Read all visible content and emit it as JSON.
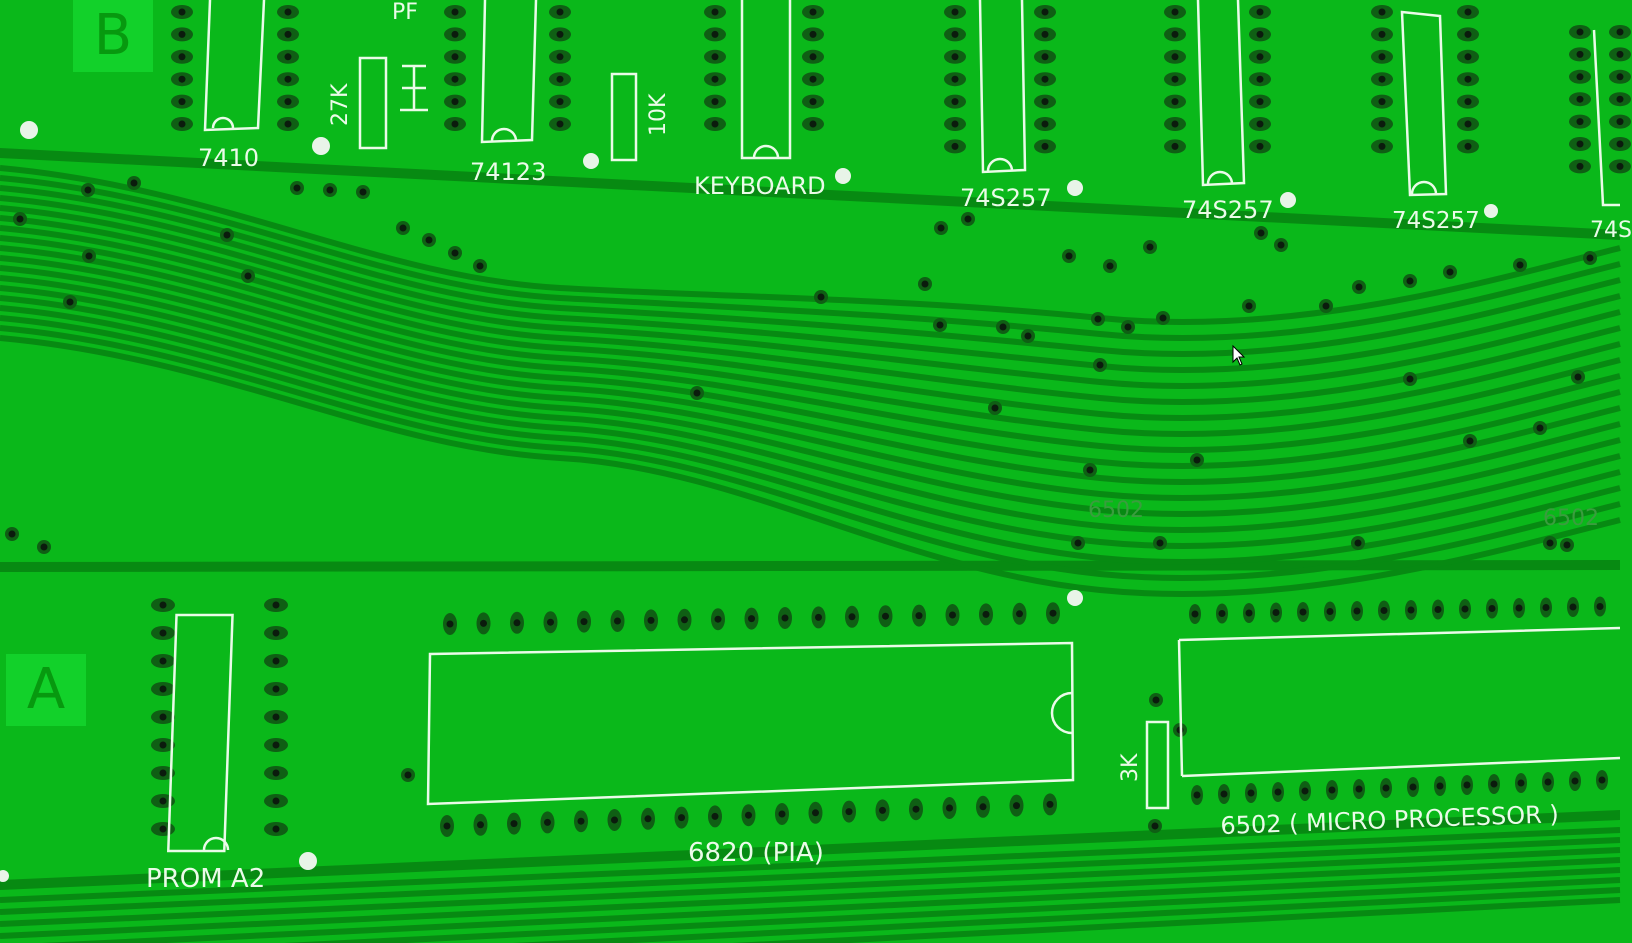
{
  "colors": {
    "board": "#0ab81a",
    "trace": "#078a12",
    "silkscreen": "#eafbe8",
    "pad": "#0f5f14",
    "hole": "#0b1b0d"
  },
  "sections": {
    "top_marker": "B",
    "bottom_marker": "A"
  },
  "labels": {
    "c1": "7410",
    "c2": "74123",
    "c3": "KEYBOARD",
    "c4": "74S257",
    "c5": "74S257",
    "c6": "74S257",
    "c7": "74S",
    "r27k": "27K",
    "pf": "PF",
    "r10k": "10K",
    "r3k": "3K",
    "prom": "PROM A2",
    "pia": "6820 (PIA)",
    "cpu": "6502 ( MICRO PROCESSOR )",
    "cap1": "6502",
    "cap2": "6502"
  }
}
